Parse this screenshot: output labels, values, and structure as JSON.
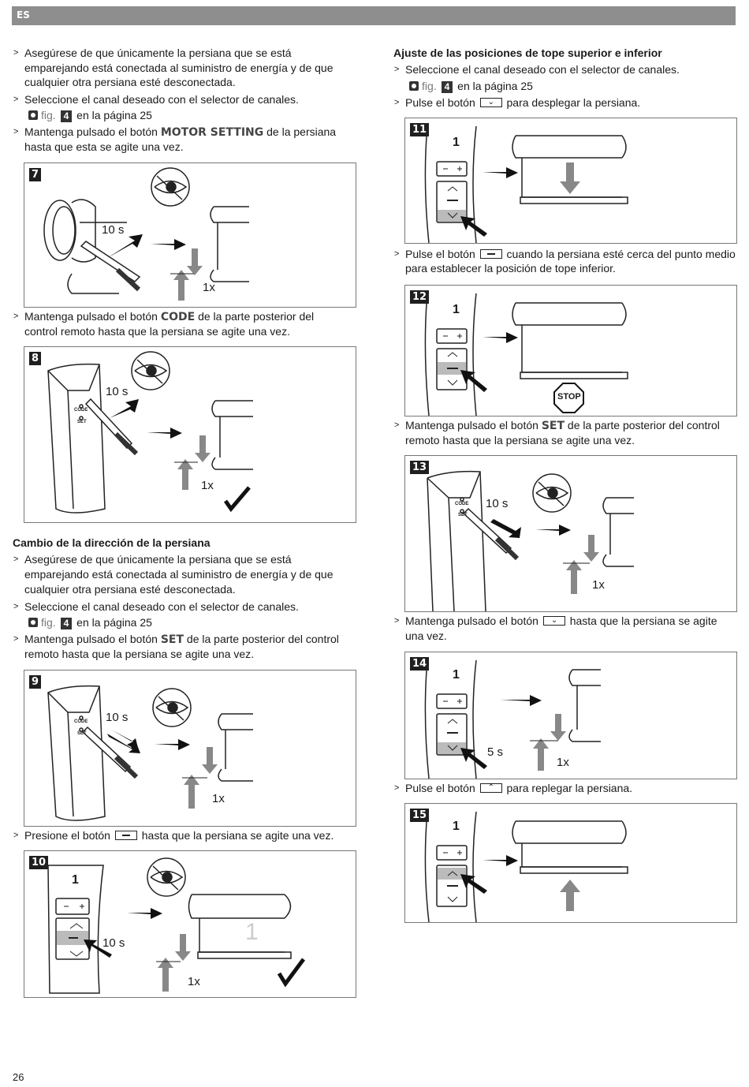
{
  "header": {
    "lang": "ES"
  },
  "page_number": "26",
  "left": {
    "intro": [
      [
        "Asegúrese de que únicamente la persiana que se está",
        "emparejando está conectada al suministro de energía y de que",
        "cualquier otra persiana esté desconectada."
      ],
      [
        "Seleccione el canal deseado con el selector de canales."
      ],
      [
        "Mantenga pulsado el botón",
        "de la persiana",
        "hasta que esta se agite una vez."
      ]
    ],
    "fig_ref": {
      "text": "fig.",
      "num": "4",
      "page": "en la página 25"
    },
    "kw_motor": "MOTOR SETTING",
    "step8_text": [
      "Mantenga pulsado el botón",
      "de la parte posterior del",
      "control remoto hasta que la persiana se agite una vez."
    ],
    "kw_code": "CODE",
    "section2_title": "Cambio de la dirección de la persiana",
    "s2_items": [
      [
        "Asegúrese de que únicamente la persiana que se está",
        "emparejando está conectada al suministro de energía y de que",
        "cualquier otra persiana esté desconectada."
      ],
      [
        "Seleccione el canal deseado con el selector de canales."
      ],
      [
        "Mantenga pulsado el botón",
        "de la parte posterior del control",
        "remoto hasta que la persiana se agite una vez."
      ]
    ],
    "kw_set": "SET",
    "step10_text": [
      "Presione el botón",
      "hasta que la persiana se agite una vez."
    ]
  },
  "right": {
    "title": "Ajuste de las posiciones de tope superior e inferior",
    "items": [
      "Seleccione el canal deseado con el selector de canales.",
      "Pulse el botón",
      "para desplegar la persiana."
    ],
    "step12_text": [
      "Pulse el botón",
      "cuando la persiana esté cerca del punto medio",
      "para establecer la posición de tope inferior."
    ],
    "step13_text": [
      "Mantenga pulsado el botón",
      "de la parte posterior del control",
      "remoto hasta que la persiana se agite una vez."
    ],
    "step14_text": [
      "Mantenga pulsado el botón",
      "hasta que la persiana se agite",
      "una vez."
    ],
    "step15_text": [
      "Pulse el botón",
      "para replegar la persiana."
    ]
  },
  "figures": {
    "f7": {
      "num": "7",
      "time": "10 s",
      "count": "1x"
    },
    "f8": {
      "num": "8",
      "time": "10 s",
      "count": "1x",
      "code": "CODE",
      "set": "SET"
    },
    "f9": {
      "num": "9",
      "time": "10 s",
      "count": "1x",
      "code": "CODE",
      "set": "SET"
    },
    "f10": {
      "num": "10",
      "time": "10 s",
      "count": "1x",
      "display": "1"
    },
    "f11": {
      "num": "11",
      "display": "1"
    },
    "f12": {
      "num": "12",
      "display": "1",
      "stop": "STOP"
    },
    "f13": {
      "num": "13",
      "time": "10 s",
      "count": "1x",
      "code": "CODE",
      "set": "SET"
    },
    "f14": {
      "num": "14",
      "time": "5 s",
      "count": "1x",
      "display": "1"
    },
    "f15": {
      "num": "15",
      "display": "1"
    }
  }
}
